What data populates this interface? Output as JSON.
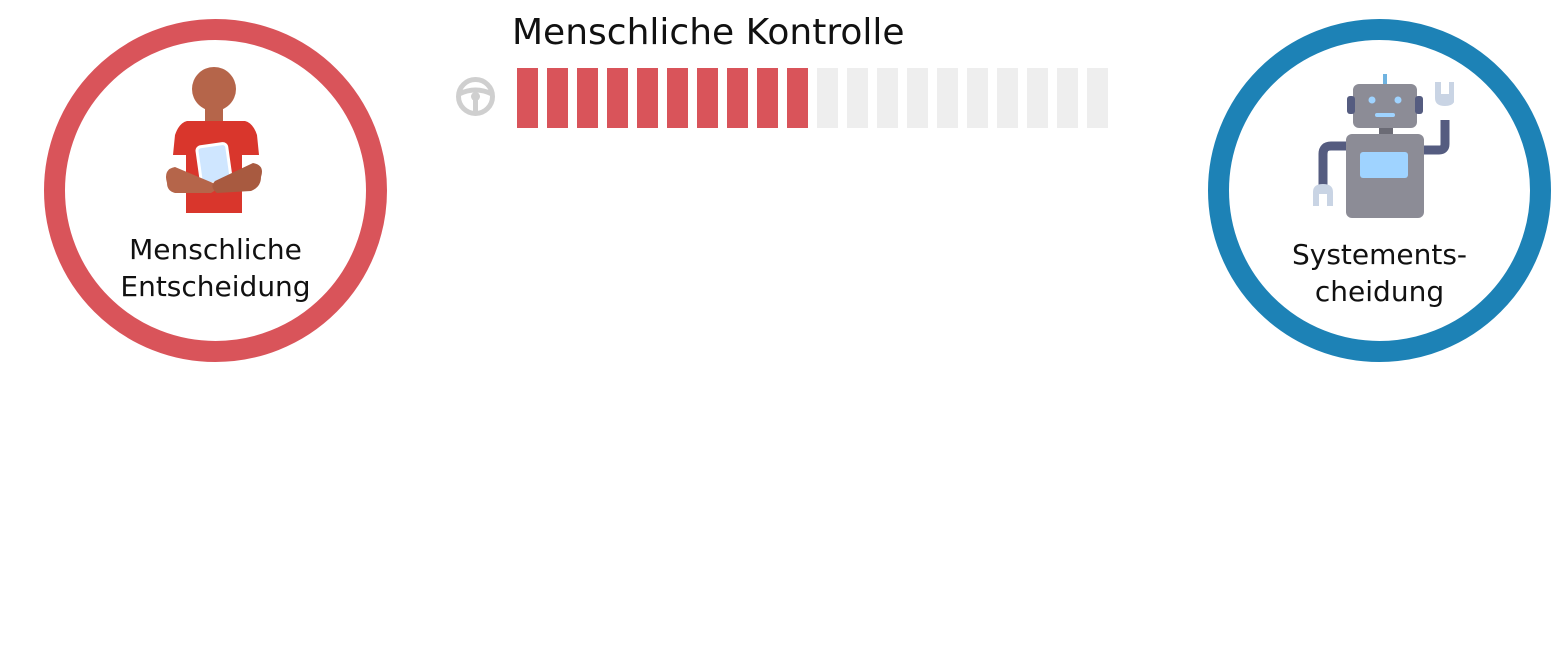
{
  "meter": {
    "title": "Menschliche Kontrolle",
    "icon": "steering-wheel-icon",
    "segments_total": 20,
    "segments_filled": 10,
    "level": 0.5,
    "fill_color": "#d9545a",
    "empty_color": "#eeeeee"
  },
  "human": {
    "label_lines": [
      "Menschliche",
      "Entscheidung"
    ],
    "ring_color": "#d9545a",
    "icon": "person-with-tablet-icon"
  },
  "system": {
    "label_lines": [
      "Systements-",
      "cheidung"
    ],
    "ring_color": "#1d82b6",
    "icon": "robot-icon"
  }
}
